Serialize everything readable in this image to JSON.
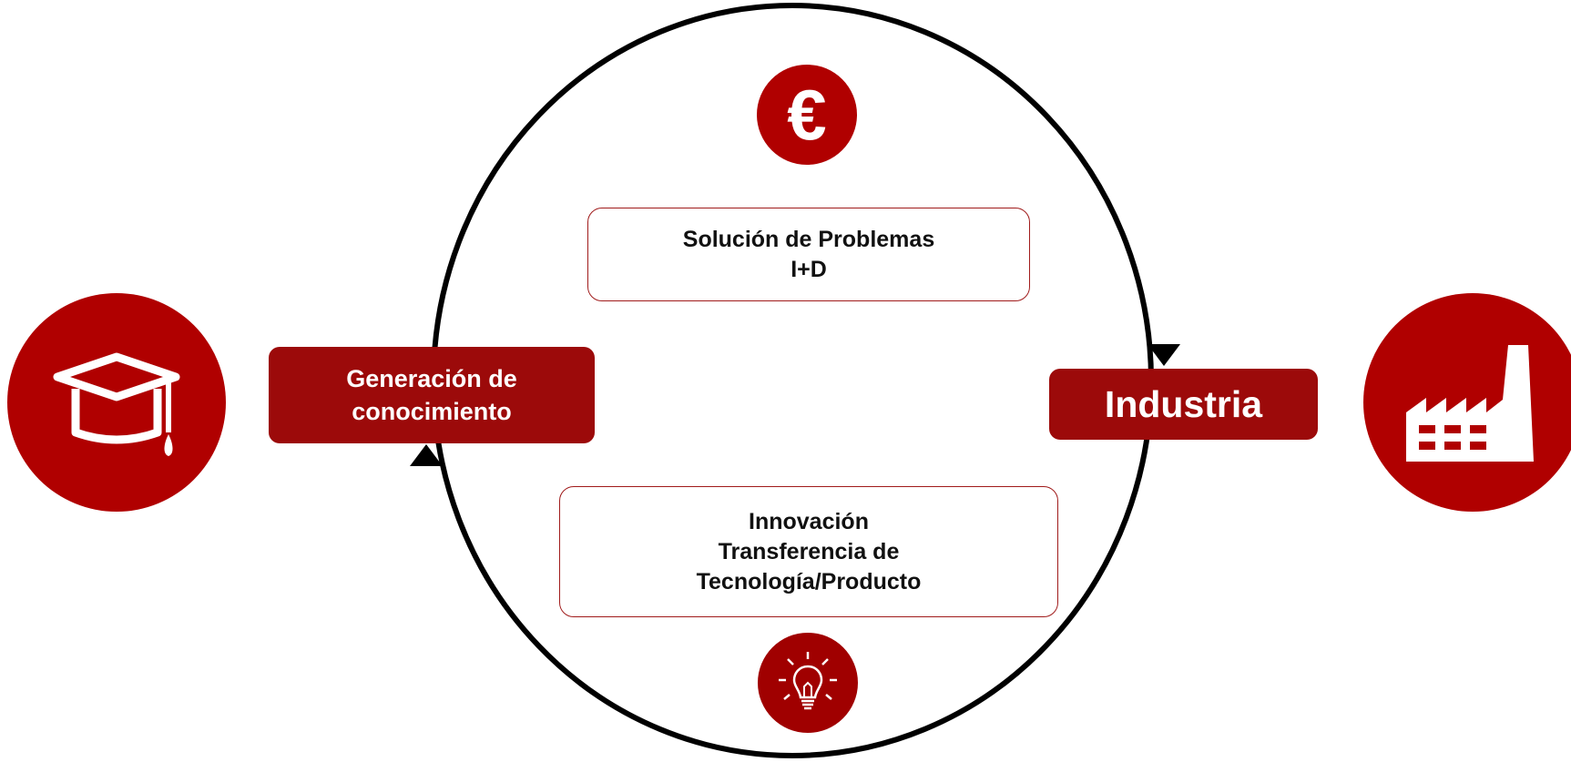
{
  "colors": {
    "accent_red": "#b00000",
    "box_red": "#9c0a0a",
    "box_border": "#a01b1b",
    "line": "#000000"
  },
  "icons": {
    "left": "graduation-cap-icon",
    "right": "factory-icon",
    "top": "euro-icon",
    "bottom": "lightbulb-icon"
  },
  "left_box": {
    "line1": "Generación de",
    "line2": "conocimiento"
  },
  "right_box": {
    "label": "Industria"
  },
  "top_box": {
    "line1": "Solución de Problemas",
    "line2": "I+D"
  },
  "bottom_box": {
    "line1": "Innovación",
    "line2": "Transferencia de",
    "line3": "Tecnología/Producto"
  },
  "euro_symbol": "€"
}
